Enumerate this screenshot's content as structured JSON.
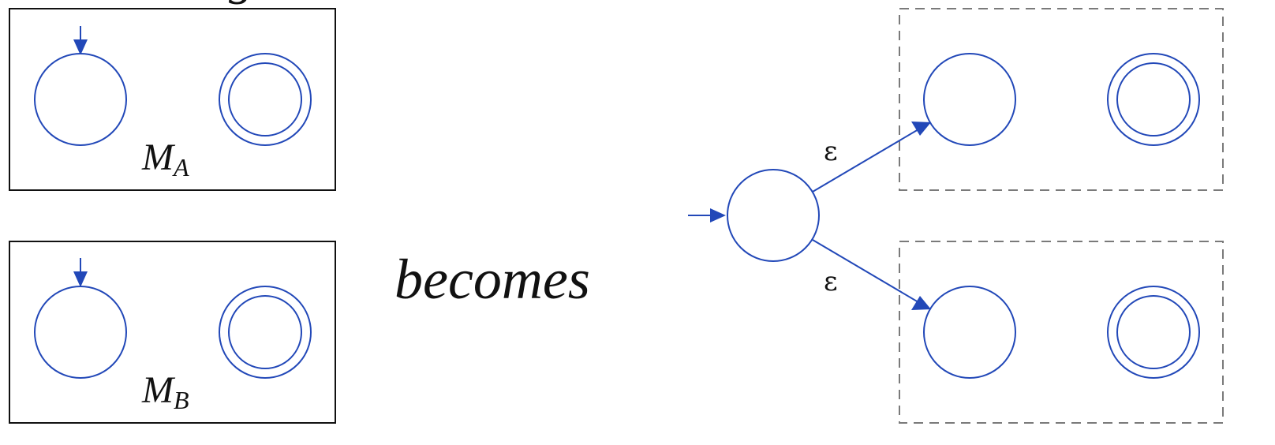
{
  "colors": {
    "state_stroke": "#2248b8",
    "box_stroke": "#111111",
    "dashed_box_stroke": "#7a7a7a",
    "text": "#111111"
  },
  "left": {
    "machine_a": {
      "label_main": "M",
      "label_sub": "A"
    },
    "machine_b": {
      "label_main": "M",
      "label_sub": "B"
    }
  },
  "middle": {
    "becomes": "becomes"
  },
  "right": {
    "epsilon_top": "ε",
    "epsilon_bottom": "ε"
  }
}
